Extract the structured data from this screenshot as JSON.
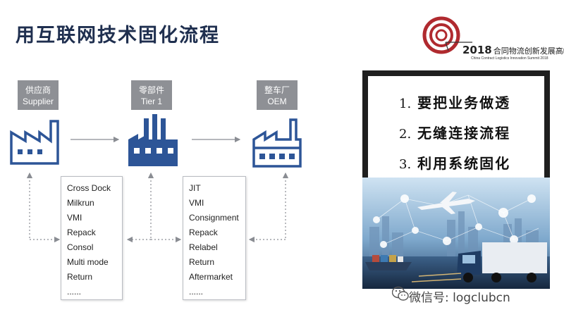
{
  "title": "用互联网技术固化流程",
  "logo": {
    "year": "2018",
    "name": "合同物流创新发展高峰论坛",
    "subtitle": "China Contract Logistics Innovation Summit 2018"
  },
  "stages": [
    {
      "cn": "供应商",
      "en": "Supplier"
    },
    {
      "cn": "零部件",
      "en": "Tier 1"
    },
    {
      "cn": "整车厂",
      "en": "OEM"
    }
  ],
  "lists": {
    "left": [
      "Cross Dock",
      "Milkrun",
      "VMI",
      "Repack",
      "Consol",
      "Multi mode",
      "Return",
      "......"
    ],
    "right": [
      "JIT",
      "VMI",
      "Consignment",
      "Repack",
      "Relabel",
      "Return",
      "Aftermarket",
      "......"
    ]
  },
  "points": [
    {
      "num": "1.",
      "text": "要把业务做透"
    },
    {
      "num": "2.",
      "text": "无缝连接流程"
    },
    {
      "num": "3.",
      "text": "利用系统固化"
    }
  ],
  "watermark": "微信号: logclubcn",
  "colors": {
    "title": "#1f2f4f",
    "factory": "#2d5597",
    "gray_box": "#8e9095",
    "logo_red": "#b02a2f"
  }
}
